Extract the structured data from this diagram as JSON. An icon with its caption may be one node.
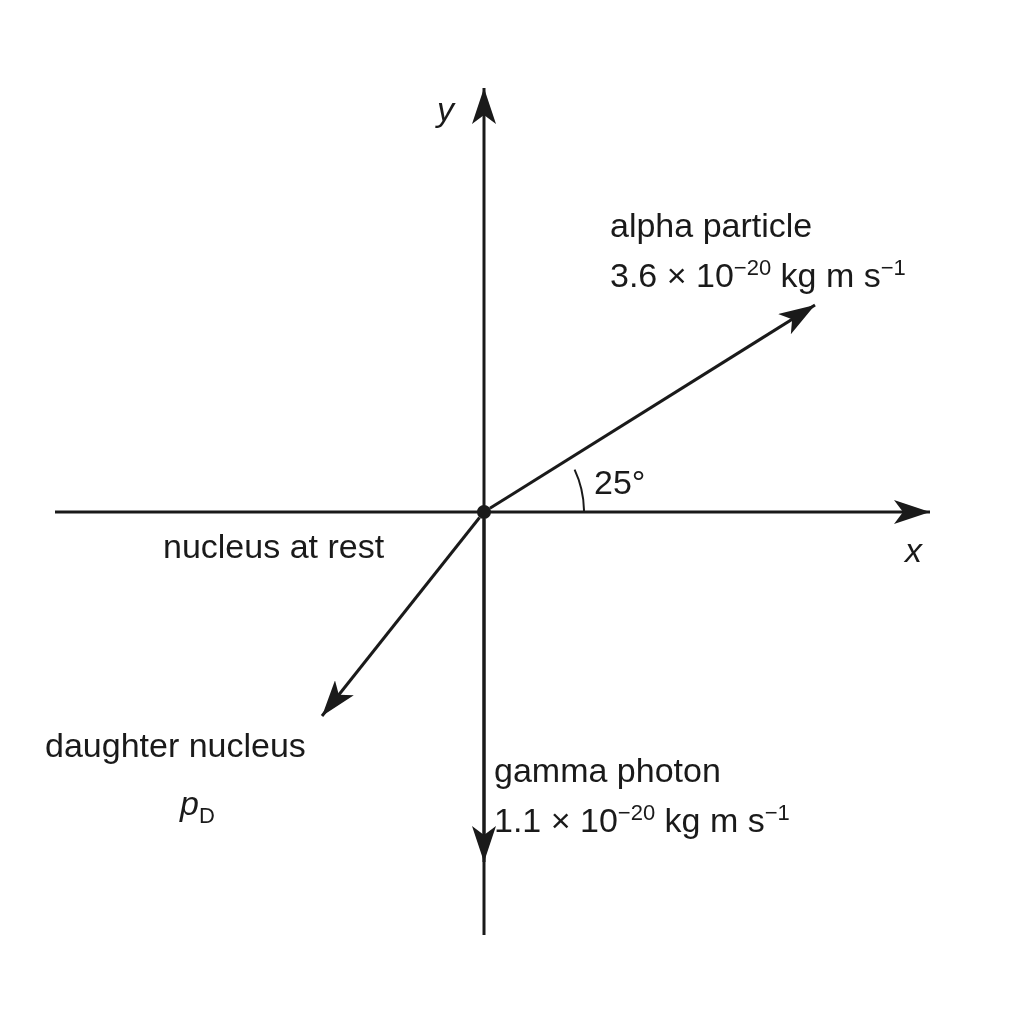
{
  "diagram": {
    "nodes": [
      {
        "text": [],
        "shape": "circle",
        "beside": [
          "nucleus at rest"
        ]
      },
      {
        "text": [
          "alpha particle",
          "3.6 × 10$^{−20}$ kg m s$^{−1}$"
        ]
      },
      {
        "text": [
          "gamma photon",
          "1.1 × 10$^{−20}$ kg m s$^{−1}$"
        ]
      },
      {
        "text": [
          "daughter nucleus",
          "*p*$_{D}$"
        ]
      }
    ],
    "edges": [
      {
        "from": 0,
        "to": 1,
        "arrow": "to"
      },
      {
        "from": 0,
        "to": 2,
        "arrow": "to"
      },
      {
        "from": 0,
        "to": 3,
        "arrow": "to"
      }
    ],
    "labels": [
      "y",
      "25°",
      "x"
    ]
  }
}
